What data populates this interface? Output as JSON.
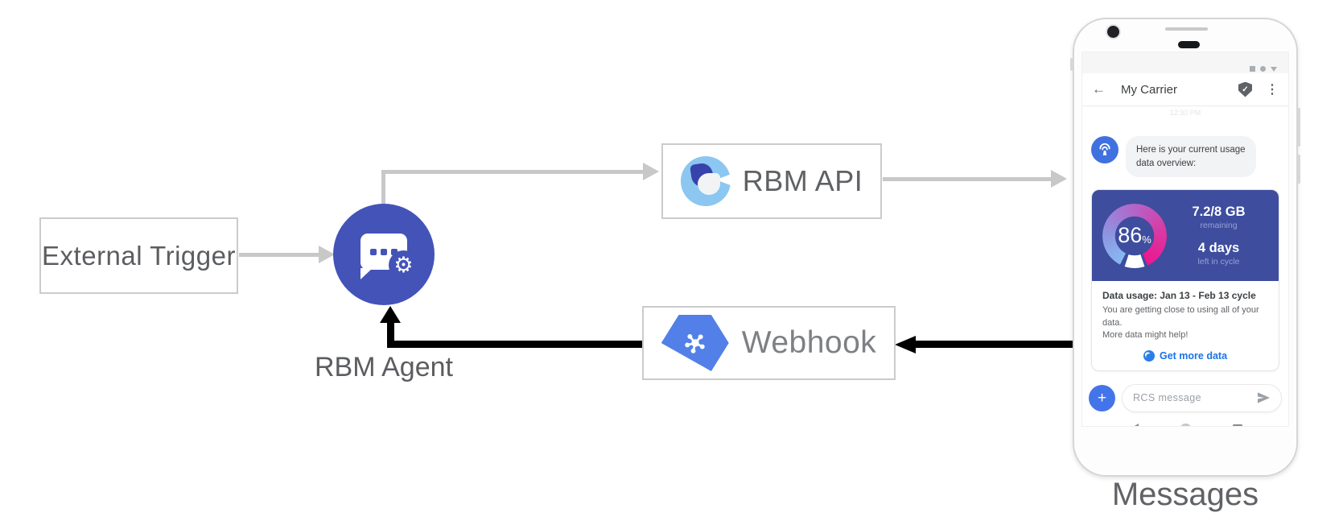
{
  "diagram": {
    "external_trigger_label": "External Trigger",
    "rbm_agent_label": "RBM Agent",
    "rbm_api_label": "RBM API",
    "webhook_label": "Webhook",
    "phone_caption": "Messages"
  },
  "phone": {
    "header": {
      "back_icon": "←",
      "title": "My Carrier",
      "verified_check": "✓",
      "menu_icon": "⋮"
    },
    "timestamp": "12:30 PM",
    "chat": {
      "agent_message_line1": "Here is your current usage",
      "agent_message_line2": "data overview:"
    },
    "usage_card": {
      "gauge_percent": "86",
      "gauge_percent_sign": "%",
      "remaining_value": "7.2/8 GB",
      "remaining_label": "remaining",
      "cycle_value": "4 days",
      "cycle_label": "left in cycle",
      "title": "Data usage: Jan 13 - Feb 13 cycle",
      "body_line1": "You are getting close to using all of your data.",
      "body_line2": "More data might help!",
      "action_label": "Get more data"
    },
    "composer": {
      "plus_icon": "+",
      "placeholder": "RCS message"
    }
  },
  "colors": {
    "agent_indigo": "#4353b8",
    "card_indigo": "#3e4d9e",
    "gauge_start_blue": "#86b9f2",
    "gauge_end_pink": "#ed168f",
    "avatar_blue": "#4170df",
    "link_blue": "#1a73e8",
    "webhook_hex_blue": "#5280e8",
    "rbm_logo_lightblue": "#8bc7f0",
    "connector_gray": "#c8c8c8",
    "arrow_black": "#000000",
    "label_gray": "#5b5d60"
  }
}
